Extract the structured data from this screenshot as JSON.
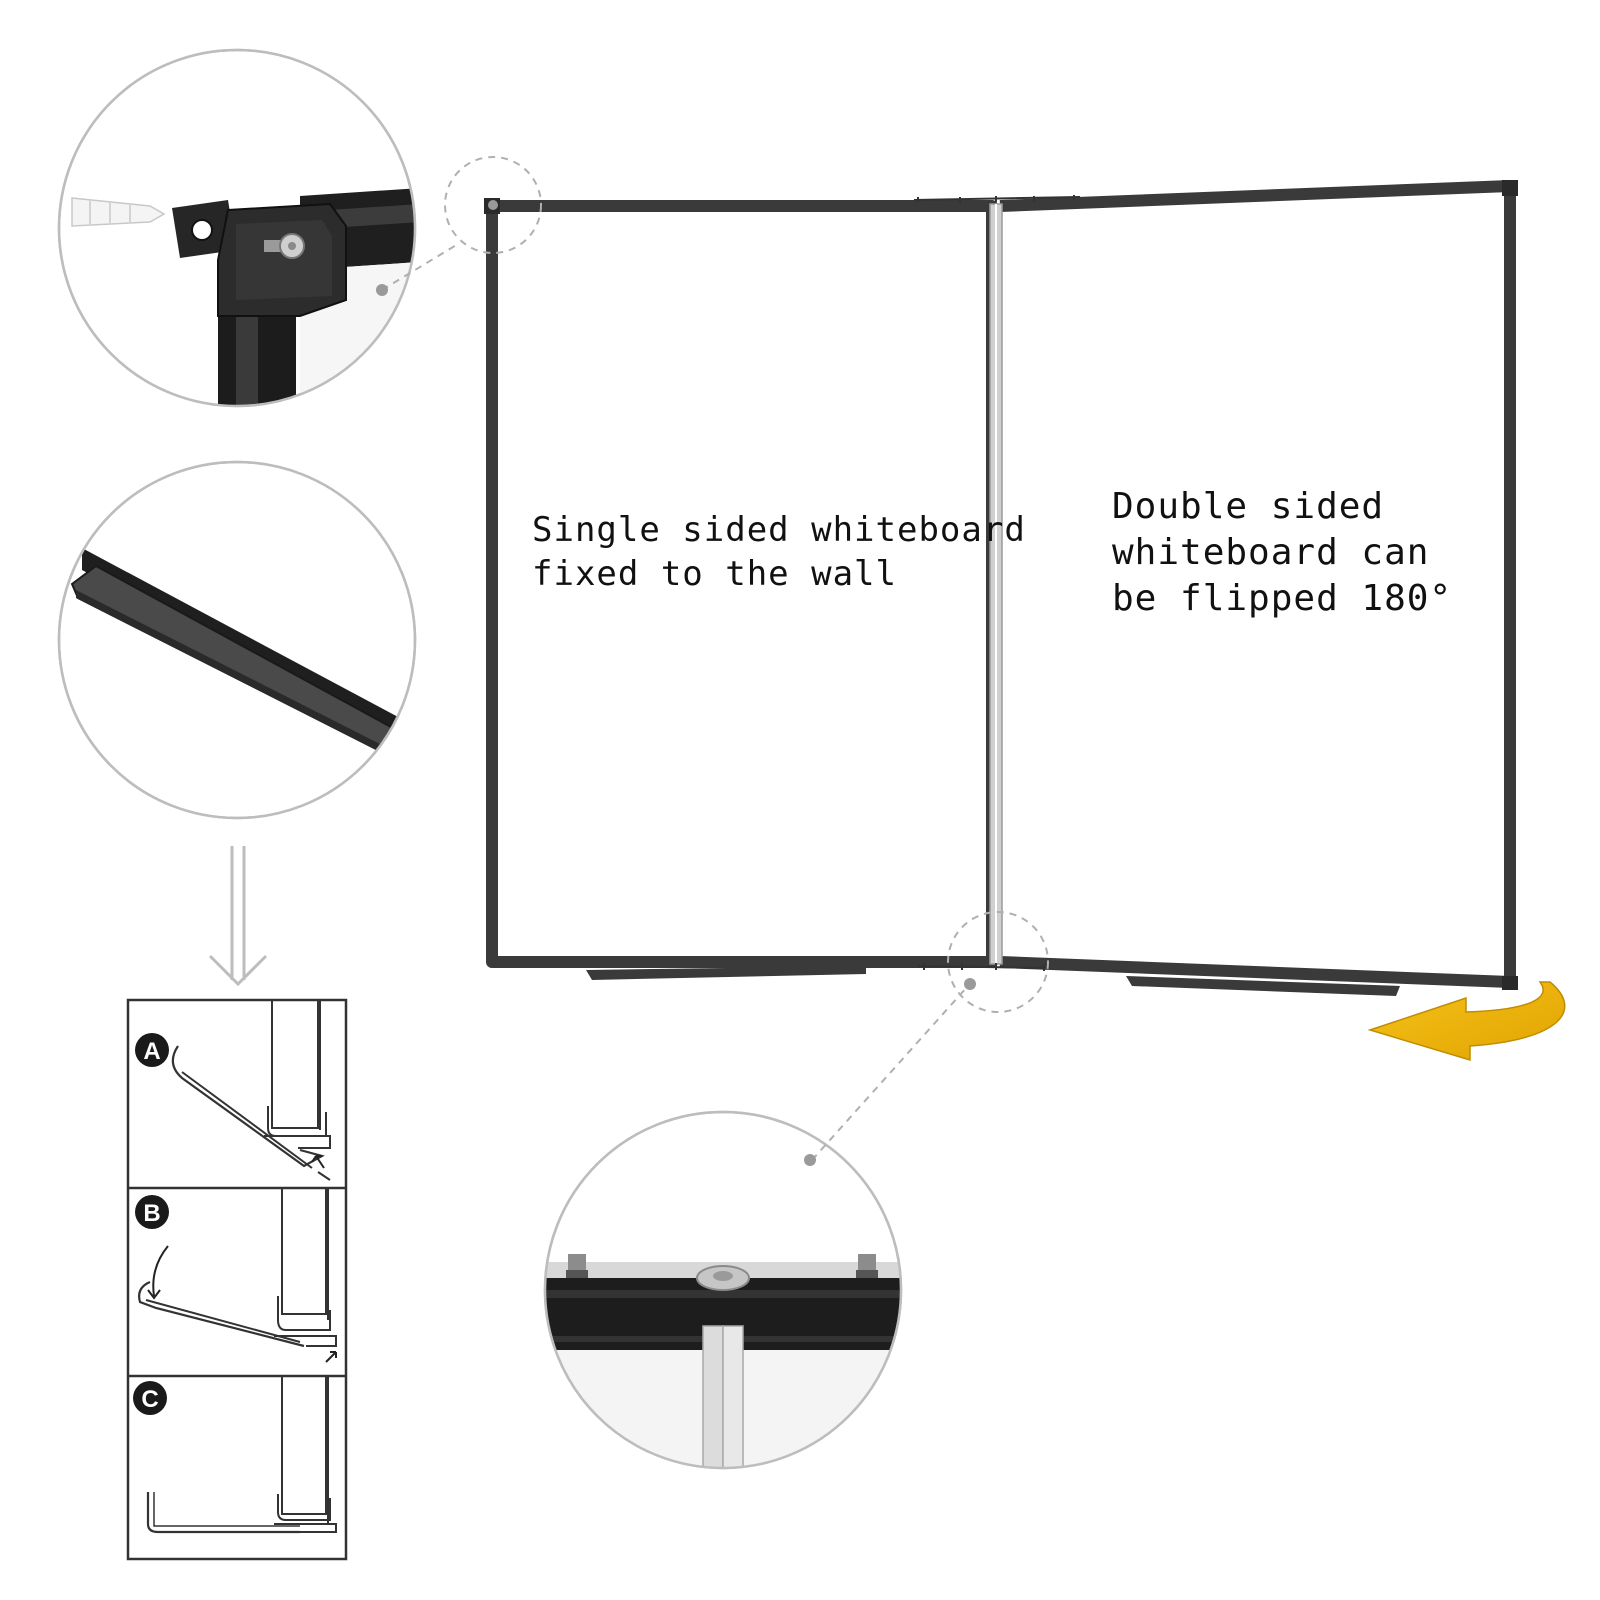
{
  "captions": {
    "left_panel": [
      "Single sided whiteboard",
      "fixed to the wall"
    ],
    "right_panel": [
      "Double sided",
      "whiteboard can",
      "be flipped 180°"
    ]
  },
  "steps": [
    {
      "letter": "A"
    },
    {
      "letter": "B"
    },
    {
      "letter": "C"
    }
  ],
  "icons": {
    "rotation": "curved-rotation-arrow-icon",
    "down": "down-arrow-icon"
  },
  "colors": {
    "frame": "#3a3a3a",
    "hinge": "#c8c8c8",
    "accent_arrow": "#f2b705",
    "zoom_circle": "#bdbdbd",
    "dashed_leader": "#b0b0b0"
  }
}
